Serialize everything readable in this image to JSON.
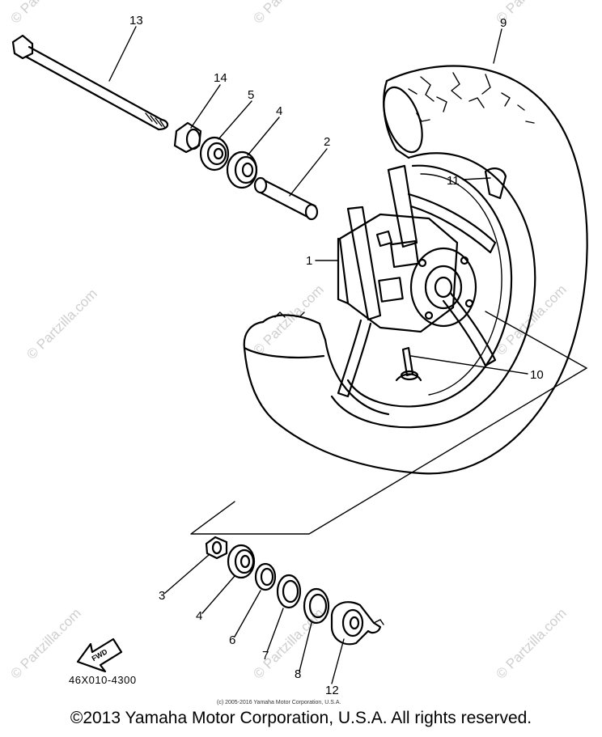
{
  "diagram": {
    "callouts": {
      "c1": "1",
      "c2": "2",
      "c3": "3",
      "c4a": "4",
      "c4b": "4",
      "c5": "5",
      "c6": "6",
      "c7": "7",
      "c8": "8",
      "c9": "9",
      "c10": "10",
      "c11": "11",
      "c12": "12",
      "c13": "13",
      "c14": "14"
    },
    "fwd_label": "FWD",
    "part_number": "46X010-4300",
    "copyright_small": "(c) 2005-2016 Yamaha Motor Corporation, U.S.A.",
    "watermark": "© Partzilla.com"
  },
  "footer": {
    "text": "©2013 Yamaha Motor Corporation, U.S.A. All rights reserved."
  }
}
